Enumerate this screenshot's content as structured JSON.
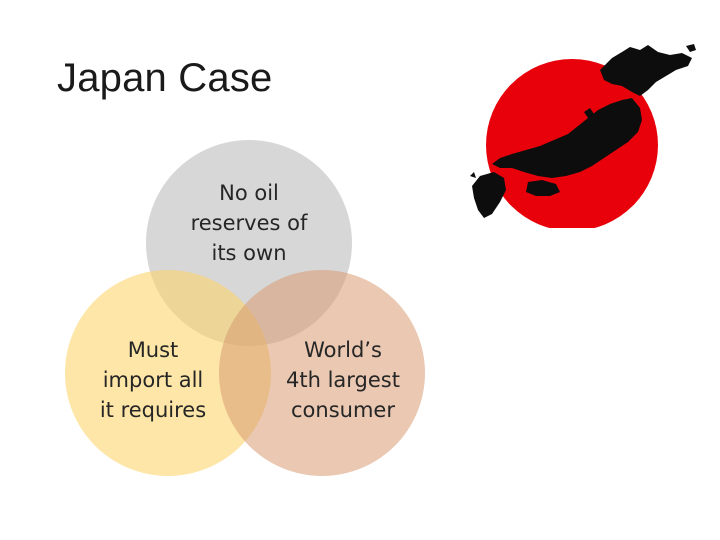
{
  "slide": {
    "title": "Japan Case"
  },
  "venn": {
    "circles": [
      {
        "label": "No oil reserves of its own",
        "lines": [
          "No oil",
          "reserves of",
          "its own"
        ],
        "color": "#bfbfbf"
      },
      {
        "label": "Must import all it requires",
        "lines": [
          "Must",
          "import all",
          "it requires"
        ],
        "color": "#fcd468"
      },
      {
        "label": "World’s 4th largest consumer",
        "lines": [
          "World’s",
          "4th largest",
          "consumer"
        ],
        "color": "#e1a785"
      }
    ]
  },
  "decoration": {
    "flag_icon": "japan-flag-map-icon",
    "sun_color": "#e8000b",
    "map_color": "#0d0d0d"
  }
}
